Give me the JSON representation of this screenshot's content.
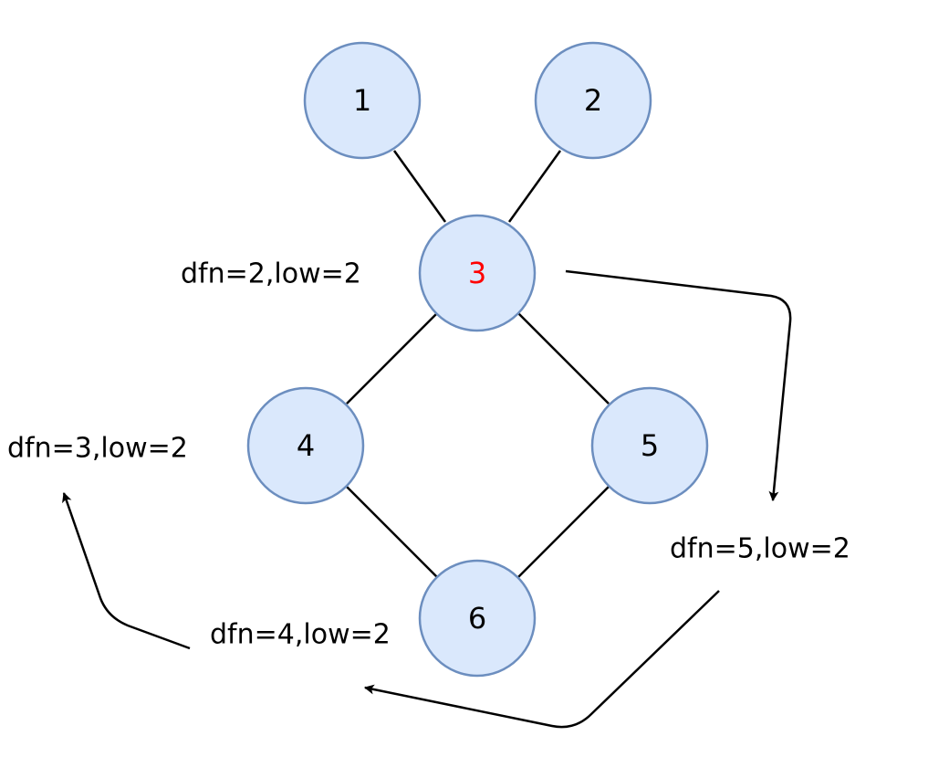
{
  "colors": {
    "node_fill": "#dae8fc",
    "node_stroke": "#6c8ebf",
    "highlight_label": "#ff0000",
    "default_label": "#000000"
  },
  "nodes": [
    {
      "id": "1",
      "label": "1",
      "highlight": false
    },
    {
      "id": "2",
      "label": "2",
      "highlight": false
    },
    {
      "id": "3",
      "label": "3",
      "highlight": true
    },
    {
      "id": "4",
      "label": "4",
      "highlight": false
    },
    {
      "id": "5",
      "label": "5",
      "highlight": false
    },
    {
      "id": "6",
      "label": "6",
      "highlight": false
    }
  ],
  "edges": [
    [
      "1",
      "3"
    ],
    [
      "2",
      "3"
    ],
    [
      "3",
      "4"
    ],
    [
      "3",
      "5"
    ],
    [
      "4",
      "6"
    ],
    [
      "5",
      "6"
    ]
  ],
  "annotations": {
    "node3": "dfn=2,low=2",
    "node4": "dfn=3,low=2",
    "node5": "dfn=5,low=2",
    "node6": "dfn=4,low=2"
  }
}
